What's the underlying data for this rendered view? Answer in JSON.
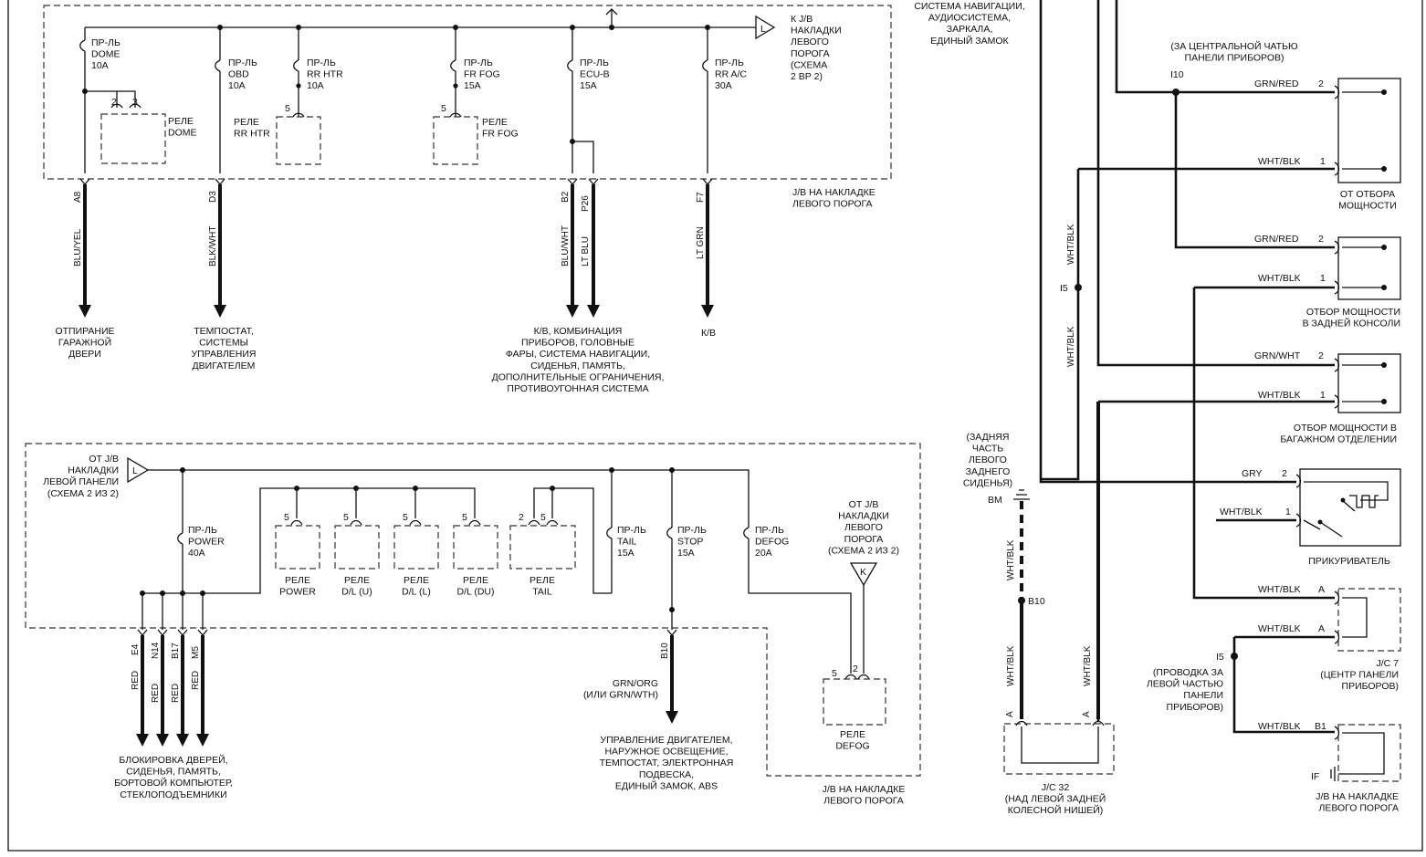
{
  "top_section": {
    "fuses": [
      {
        "label": "ПР-ЛЬ\nDOME\n10A"
      },
      {
        "label": "ПР-ЛЬ\nOBD\n10A"
      },
      {
        "label": "ПР-ЛЬ\nRR HTR\n10A"
      },
      {
        "label": "ПР-ЛЬ\nFR FOG\n15A"
      },
      {
        "label": "ПР-ЛЬ\nECU-B\n15A"
      },
      {
        "label": "ПР-ЛЬ\nRR A/C\n30A"
      }
    ],
    "relays": [
      {
        "label": "РЕЛЕ\nDOME",
        "pins": [
          "2",
          "3"
        ]
      },
      {
        "label": "РЕЛЕ\nRR HTR",
        "pins": [
          "5"
        ]
      },
      {
        "label": "РЕЛЕ\nFR FOG",
        "pins": [
          "5"
        ]
      }
    ],
    "connector_to": "К J/B\nНАКЛАДКИ\nЛЕВОГО\nПОРОГА\n(СХЕМА\n2 ВР 2)",
    "connector_letter": "L",
    "jb_label": "J/B НА НАКЛАДКЕ\nЛЕВОГО ПОРОГА",
    "outputs": [
      {
        "pin": "A8",
        "wire": "BLU/YEL",
        "dest": "ОТПИРАНИЕ\nГАРАЖНОЙ\nДВЕРИ"
      },
      {
        "pin": "D3",
        "wire": "BLK/WHT",
        "dest": "ТЕМПОСТАТ,\nСИСТЕМЫ\nУПРАВЛЕНИЯ\nДВИГАТЕЛЕМ"
      },
      {
        "pin": "B2",
        "wire": "BLU/WHT",
        "dest": ""
      },
      {
        "pin": "P26",
        "wire": "LT BLU",
        "dest": "К/В, КОМБИНАЦИЯ\nПРИБОРОВ, ГОЛОВНЫЕ\nФАРЫ, СИСТЕМА НАВИГАЦИИ,\nСИДЕНЬЯ, ПАМЯТЬ,\nДОПОЛНИТЕЛЬНЫЕ ОГРАНИЧЕНИЯ,\nПРОТИВОУГОННАЯ СИСТЕМА"
      },
      {
        "pin": "F7",
        "wire": "LT GRN",
        "dest": "К/В"
      }
    ]
  },
  "bottom_section": {
    "connector_from": "ОТ J/B\nНАКЛАДКИ\nЛЕВОЙ ПАНЕЛИ\n(СХЕМА 2 ИЗ 2)",
    "connector_letter": "L",
    "fuses": [
      {
        "label": "ПР-ЛЬ\nPOWER\n40A"
      },
      {
        "label": "ПР-ЛЬ\nTAIL\n15A"
      },
      {
        "label": "ПР-ЛЬ\nSTOP\n15A"
      },
      {
        "label": "ПР-ЛЬ\nDEFOG\n20A"
      }
    ],
    "relays": [
      {
        "label": "РЕЛЕ\nPOWER",
        "pins": [
          "5"
        ]
      },
      {
        "label": "РЕЛЕ\nD/L (U)",
        "pins": [
          "5"
        ]
      },
      {
        "label": "РЕЛЕ\nD/L (L)",
        "pins": [
          "5"
        ]
      },
      {
        "label": "РЕЛЕ\nD/L (DU)",
        "pins": [
          "5"
        ]
      },
      {
        "label": "РЕЛЕ\nTAIL",
        "pins": [
          "2",
          "5"
        ]
      }
    ],
    "defog_from": "ОТ J/B\nНАКЛАДКИ\nЛЕВОГО\nПОРОГА\n(СХЕМА 2 ИЗ 2)",
    "defog_letter": "K",
    "defog_relay": {
      "label": "РЕЛЕ\nDEFOG",
      "pins": [
        "5",
        "2"
      ]
    },
    "jb_label": "J/B НА НАКЛАДКЕ\nЛЕВОГО ПОРОГА",
    "outputs": [
      {
        "pin": "E4",
        "wire": "RED"
      },
      {
        "pin": "N14",
        "wire": "RED"
      },
      {
        "pin": "B17",
        "wire": "RED"
      },
      {
        "pin": "M5",
        "wire": "RED"
      }
    ],
    "outputs_dest": "БЛОКИРОВКА ДВЕРЕЙ,\nСИДЕНЬЯ, ПАМЯТЬ,\nБОРТОВОЙ КОМПЬЮТЕР,\nСТЕКЛОПОДЪЕМНИКИ",
    "stop_output": {
      "pin": "B10",
      "wire": "GRN/ORG\n(ИЛИ GRN/WTH)",
      "dest": "УПРАВЛЕНИЕ ДВИГАТЕЛЕМ,\nНАРУЖНОЕ ОСВЕЩЕНИЕ,\nТЕМПОСТАТ, ЭЛЕКТРОННАЯ\nПОДВЕСКА,\nЕДИНЫЙ ЗАМОК,  ABS"
    }
  },
  "right_section": {
    "top_note": "СИСТЕМА НАВИГАЦИИ,\nАУДИОСИСТЕМА,\nЗАРКАЛА,\nЕДИНЫЙ ЗАМОК",
    "splice_i10_note": "(ЗА ЦЕНТРАЛЬНОЙ ЧАТЬЮ\nПАНЕЛИ ПРИБОРОВ)",
    "splice_i10": "I10",
    "splice_i5": "I5",
    "splice_i5_note": "(ПРОВОДКА ЗА\nЛЕВОЙ ЧАСТЬЮ\nПАНЕЛИ\nПРИБОРОВ)",
    "vertical_wire_1": "WHT/BLK",
    "vertical_wire_2": "WHT/BLK",
    "outlets": [
      {
        "label": "ОТ ОТБОРА\nМОЩНОСТИ",
        "pins": [
          {
            "wire": "GRN/RED",
            "pin": "2"
          },
          {
            "wire": "WHT/BLK",
            "pin": "1"
          }
        ]
      },
      {
        "label": "ОТБОР МОЩНОСТИ\nВ ЗАДНЕЙ КОНСОЛИ",
        "pins": [
          {
            "wire": "GRN/RED",
            "pin": "2"
          },
          {
            "wire": "WHT/BLK",
            "pin": "1"
          }
        ]
      },
      {
        "label": "ОТБОР МОЩНОСТИ В\nБАГАЖНОМ ОТДЕЛЕНИИ",
        "pins": [
          {
            "wire": "GRN/WHT",
            "pin": "2"
          },
          {
            "wire": "WHT/BLK",
            "pin": "1"
          }
        ]
      },
      {
        "label": "ПРИКУРИВАТЕЛЬ",
        "pins": [
          {
            "wire": "GRY",
            "pin": "2"
          },
          {
            "wire": "WHT/BLK",
            "pin": "1"
          }
        ]
      }
    ],
    "jc7": {
      "label": "J/C 7\n(ЦЕНТР ПАНЕЛИ\nПРИБОРОВ)",
      "pins": [
        {
          "wire": "WHT/BLK",
          "pin": "A"
        },
        {
          "wire": "WHT/BLK",
          "pin": "A"
        }
      ]
    },
    "jb_bottom": {
      "label": "J/B НА НАКЛАДКЕ\nЛЕВОГО ПОРОГА",
      "wire": "WHT/BLK",
      "pin": "B1",
      "ground": "IF"
    },
    "ground_note": "(ЗАДНЯЯ\nЧАСТЬ\nЛЕВОГО\nЗАДНЕГО\nСИДЕНЬЯ)",
    "ground_label": "BM",
    "wire_bm_b10": "WHT/BLK",
    "b10": "B10",
    "wire_b10_jc32": "WHT/BLK",
    "wire_jc32_right": "WHT/BLK",
    "jc32": {
      "label": "J/C 32\n(НАД ЛЕВОЙ ЗАДНЕЙ\nКОЛЕСНОЙ НИШЕЙ)",
      "pins": [
        "A",
        "A"
      ]
    }
  }
}
